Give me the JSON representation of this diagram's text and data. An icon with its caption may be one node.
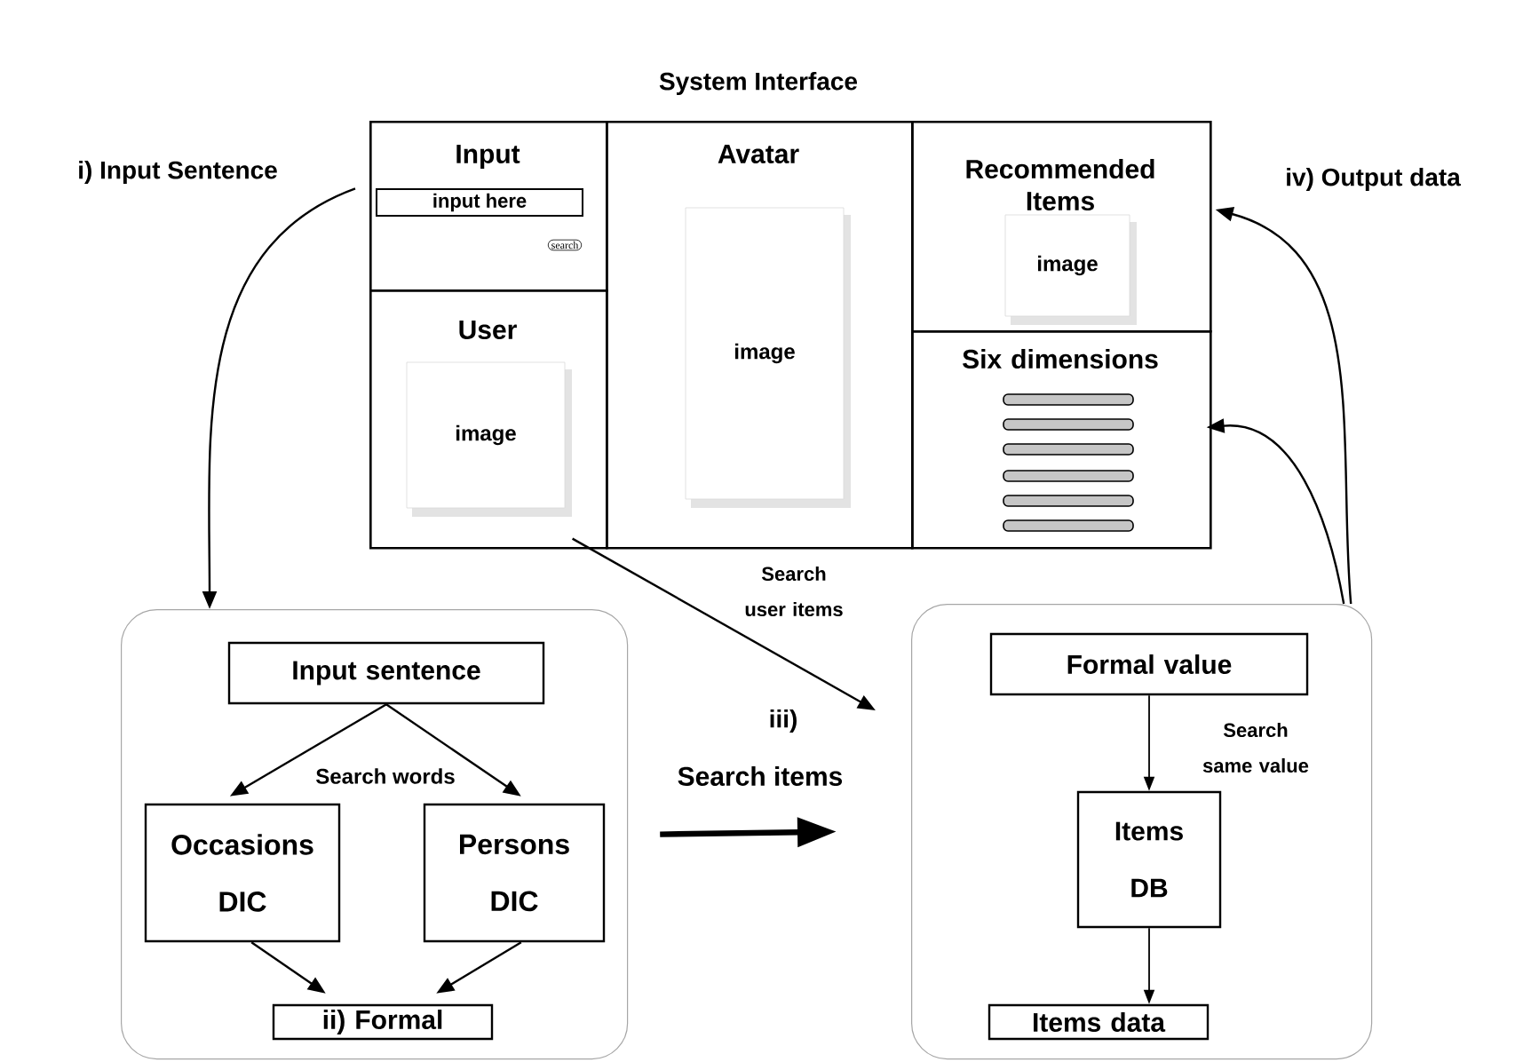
{
  "diagram": {
    "title": "System Interface",
    "nodes": [
      {
        "text": [
          "Input"
        ]
      },
      {
        "text": [
          "input here"
        ],
        "in": 0
      },
      {
        "text": [
          "search"
        ],
        "in": 0
      },
      {
        "text": [
          "User"
        ]
      },
      {
        "text": [
          "image"
        ],
        "in": 3
      },
      {
        "text": [
          "Avatar"
        ]
      },
      {
        "text": [
          "image"
        ],
        "in": 5
      },
      {
        "text": [
          "Recommended Items"
        ]
      },
      {
        "text": [
          "image"
        ],
        "in": 7
      },
      {
        "text": [
          "Six dimensions"
        ]
      },
      {
        "text": [],
        "shape": "box"
      },
      {
        "text": [
          "Input sentence"
        ],
        "in": 10
      },
      {
        "text": [
          "Occasions DIC"
        ],
        "in": 10
      },
      {
        "text": [
          "Persons DIC"
        ],
        "in": 10
      },
      {
        "text": [
          "ii) Formal"
        ],
        "in": 10
      },
      {
        "text": [],
        "shape": "box"
      },
      {
        "text": [
          "Formal value"
        ],
        "in": 15
      },
      {
        "text": [
          "Items DB"
        ],
        "in": 15
      },
      {
        "text": [
          "Items data"
        ],
        "in": 15
      }
    ],
    "edges": [
      {
        "from": 0,
        "to": 10,
        "arrow": "to",
        "label": "i) Input Sentence"
      },
      {
        "from": 3,
        "to": 15,
        "arrow": "to",
        "label": "Search user items"
      },
      {
        "from": 10,
        "to": 15,
        "arrow": "to",
        "style": "thick",
        "label": "Search items"
      },
      {
        "from": 11,
        "to": 12,
        "arrow": "to",
        "label": "Search words"
      },
      {
        "from": 11,
        "to": 13,
        "arrow": "to"
      },
      {
        "from": 12,
        "to": 14,
        "arrow": "to"
      },
      {
        "from": 13,
        "to": 14,
        "arrow": "to"
      },
      {
        "from": 16,
        "to": 17,
        "arrow": "to",
        "label": "Search same value"
      },
      {
        "from": 17,
        "to": 18,
        "arrow": "to"
      },
      {
        "from": 15,
        "to": 7,
        "arrow": "to",
        "label": "iv) Output data"
      },
      {
        "from": 15,
        "to": 9,
        "arrow": "to"
      }
    ],
    "labels": [
      "iii)"
    ]
  }
}
